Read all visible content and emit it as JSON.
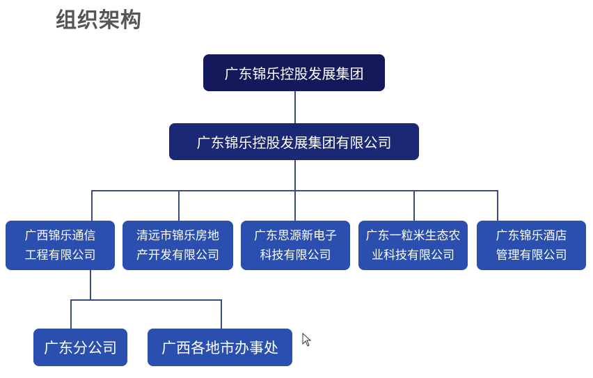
{
  "title": "组织架构",
  "root": "广东锦乐控股发展集团",
  "company": "广东锦乐控股发展集团有限公司",
  "subsidiaries": [
    {
      "line1": "广西锦乐通信",
      "line2": "工程有限公司"
    },
    {
      "line1": "清远市锦乐房地",
      "line2": "产开发有限公司"
    },
    {
      "line1": "广东思源新电子",
      "line2": "科技有限公司"
    },
    {
      "line1": "广东一粒米生态农",
      "line2": "业科技有限公司"
    },
    {
      "line1": "广东锦乐酒店",
      "line2": "管理有限公司"
    }
  ],
  "branches": [
    "广东分公司",
    "广西各地市办事处"
  ],
  "colors": {
    "root": "#13195a",
    "company": "#1b2873",
    "sub": "#2a4fae",
    "line": "#3b4a78"
  }
}
